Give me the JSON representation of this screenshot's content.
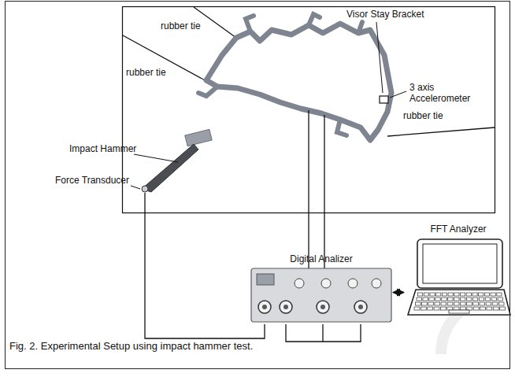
{
  "diagram": {
    "caption": "Fig. 2. Experimental Setup using impact hammer test.",
    "nodes": [
      {
        "text": [
          "Digital Analizer"
        ]
      },
      {
        "text": [
          "FFT Analyzer"
        ]
      }
    ],
    "edges": [
      {
        "from": 0,
        "to": 1,
        "arrow": "both"
      }
    ],
    "labels": [
      "Visor Stay Bracket",
      "rubber tie",
      "rubber tie",
      "3 axis Accelerometer",
      "rubber tie",
      "Impact Hammer",
      "Force Transducer"
    ]
  }
}
